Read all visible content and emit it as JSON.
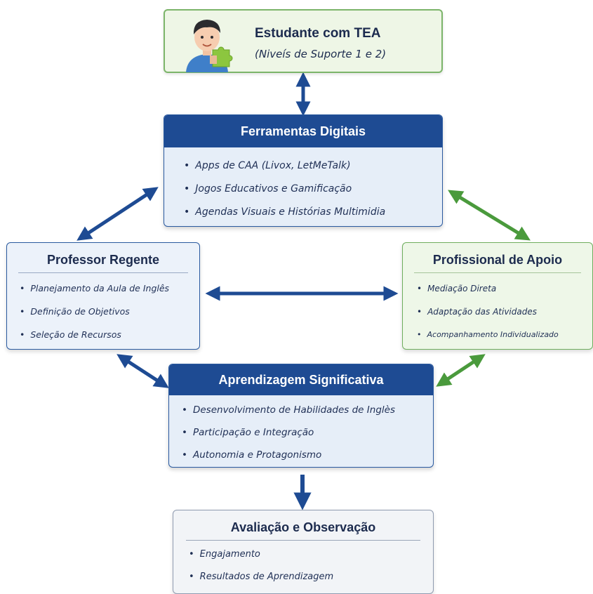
{
  "colors": {
    "blue": "#1e4b93",
    "green": "#4a9a3c",
    "green_border": "#7cb56a"
  },
  "student": {
    "title": "Estudante com TEA",
    "subtitle": "(Niveís de Suporte 1 e 2)",
    "icon": "child-with-puzzle-piece-icon"
  },
  "tools": {
    "title": "Ferramentas Digitais",
    "items": [
      "Apps de CAA (Livox, LetMeTalk)",
      "Jogos Educativos e Gamificação",
      "Agendas Visuais e Histórias Multimidia"
    ]
  },
  "teacher": {
    "title": "Professor Regente",
    "items": [
      "Planejamento da Aula de Inglês",
      "Definição de Objetivos",
      "Seleção de Recursos"
    ]
  },
  "support": {
    "title": "Profissional de Apoio",
    "items": [
      "Mediação Direta",
      "Adaptação das Atividades",
      "Acompanhamento Individualizado"
    ]
  },
  "learning": {
    "title": "Aprendizagem Significativa",
    "items": [
      "Desenvolvimento de Habilidades de Inglès",
      "Participação e Integração",
      "Autonomia e Protagonismo"
    ]
  },
  "evaluation": {
    "title": "Avaliação e Observação",
    "items": [
      "Engajamento",
      "Resultados de Aprendizagem"
    ]
  }
}
